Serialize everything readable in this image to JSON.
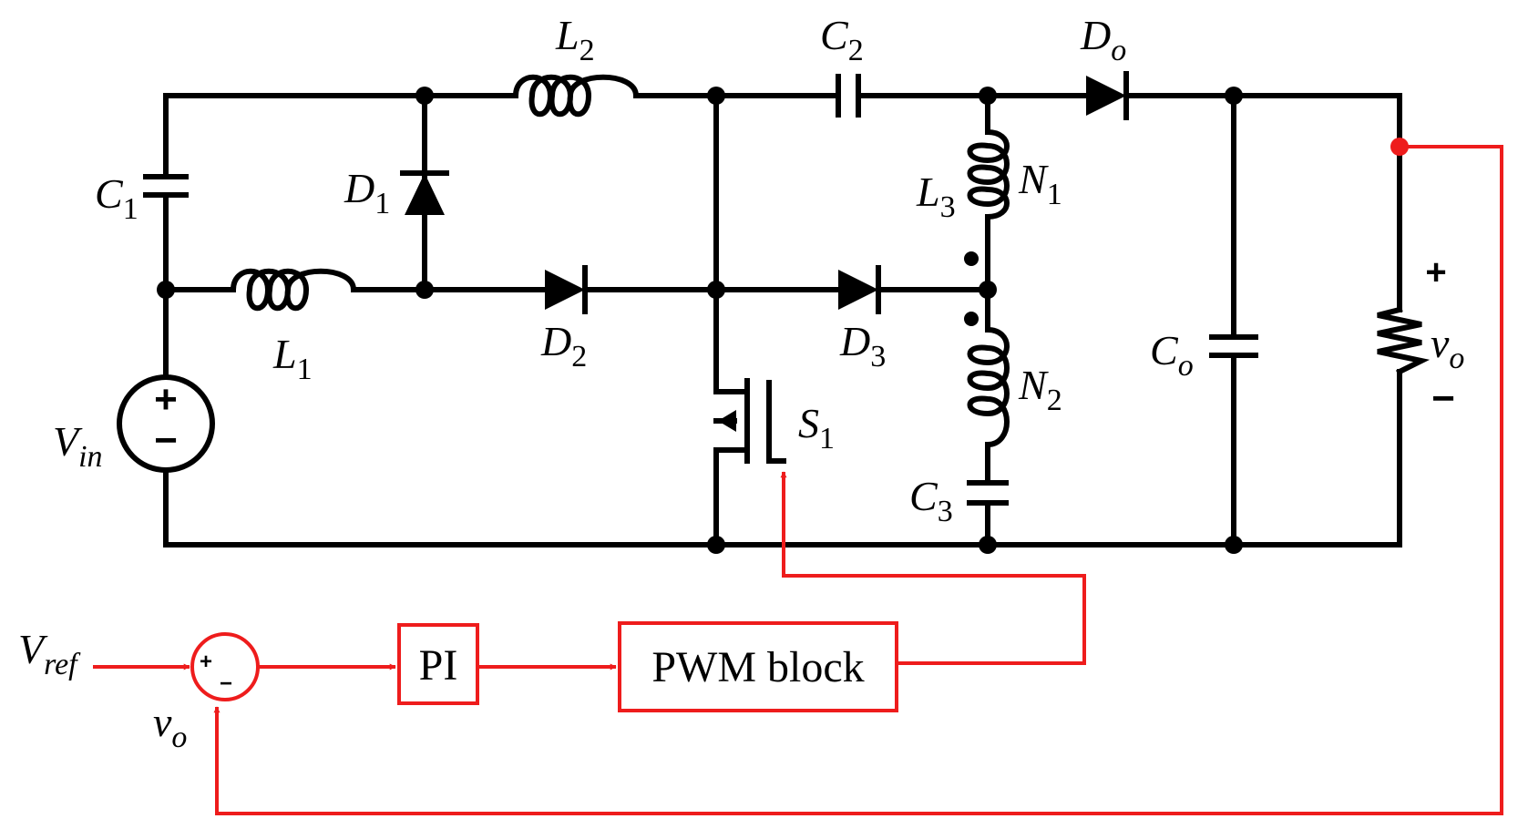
{
  "diagram": {
    "colors": {
      "power_circuit": "#000000",
      "control_loop": "#ee1c1c"
    },
    "labels": {
      "C1": {
        "base": "C",
        "sub": "1"
      },
      "C2": {
        "base": "C",
        "sub": "2"
      },
      "C3": {
        "base": "C",
        "sub": "3"
      },
      "Co": {
        "base": "C",
        "sub": "o"
      },
      "D1": {
        "base": "D",
        "sub": "1"
      },
      "D2": {
        "base": "D",
        "sub": "2"
      },
      "D3": {
        "base": "D",
        "sub": "3"
      },
      "Do": {
        "base": "D",
        "sub": "o"
      },
      "L1": {
        "base": "L",
        "sub": "1"
      },
      "L2": {
        "base": "L",
        "sub": "2"
      },
      "L3": {
        "base": "L",
        "sub": "3"
      },
      "N1": {
        "base": "N",
        "sub": "1"
      },
      "N2": {
        "base": "N",
        "sub": "2"
      },
      "S1": {
        "base": "S",
        "sub": "1"
      },
      "Vin": {
        "base": "V",
        "sub": "in"
      },
      "vo_load": {
        "base": "v",
        "sub": "o"
      },
      "Vref": {
        "base": "V",
        "sub": "ref"
      },
      "vo_feedback": {
        "base": "v",
        "sub": "o"
      }
    },
    "load_polarity": {
      "plus": "+",
      "minus": "−"
    },
    "source_polarity": {
      "plus": "+",
      "minus": "−"
    },
    "summer_signs": {
      "plus": "+",
      "minus": "−"
    },
    "blocks": {
      "pi": "PI",
      "pwm": "PWM block"
    }
  }
}
